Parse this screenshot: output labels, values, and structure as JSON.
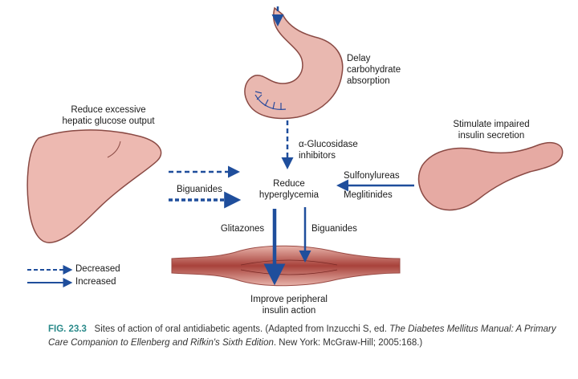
{
  "labels": {
    "delay": "Delay\ncarbohydrate\nabsorption",
    "hepatic": "Reduce excessive\nhepatic glucose output",
    "stimulate": "Stimulate impaired\ninsulin secretion",
    "alpha_glucosidase": "α-Glucosidase\ninhibitors",
    "reduce": "Reduce\nhyperglycemia",
    "biguanides_left": "Biguanides",
    "sulfonylureas": "Sulfonylureas",
    "meglitinides": "Meglitinides",
    "glitazones": "Glitazones",
    "biguanides_right": "Biguanides",
    "improve": "Improve peripheral\ninsulin action"
  },
  "legend": {
    "decreased": "Decreased",
    "increased": "Increased"
  },
  "caption": {
    "fig_number": "FIG. 23.3",
    "text_pre": "Sites of action of oral antidiabetic agents. (Adapted from Inzucchi S, ed. ",
    "book_title": "The Diabetes Mellitus Manual: A Primary Care Companion to Ellenberg and Rifkin's Sixth Edition",
    "text_post": ". New York: McGraw-Hill; 2005:168.)"
  },
  "colors": {
    "arrow": "#1f4e9c",
    "organ_fill": "#e9b8b0",
    "organ_stroke": "#8a4a44",
    "muscle": "#b5524a",
    "caption_accent": "#2a8a8a"
  }
}
